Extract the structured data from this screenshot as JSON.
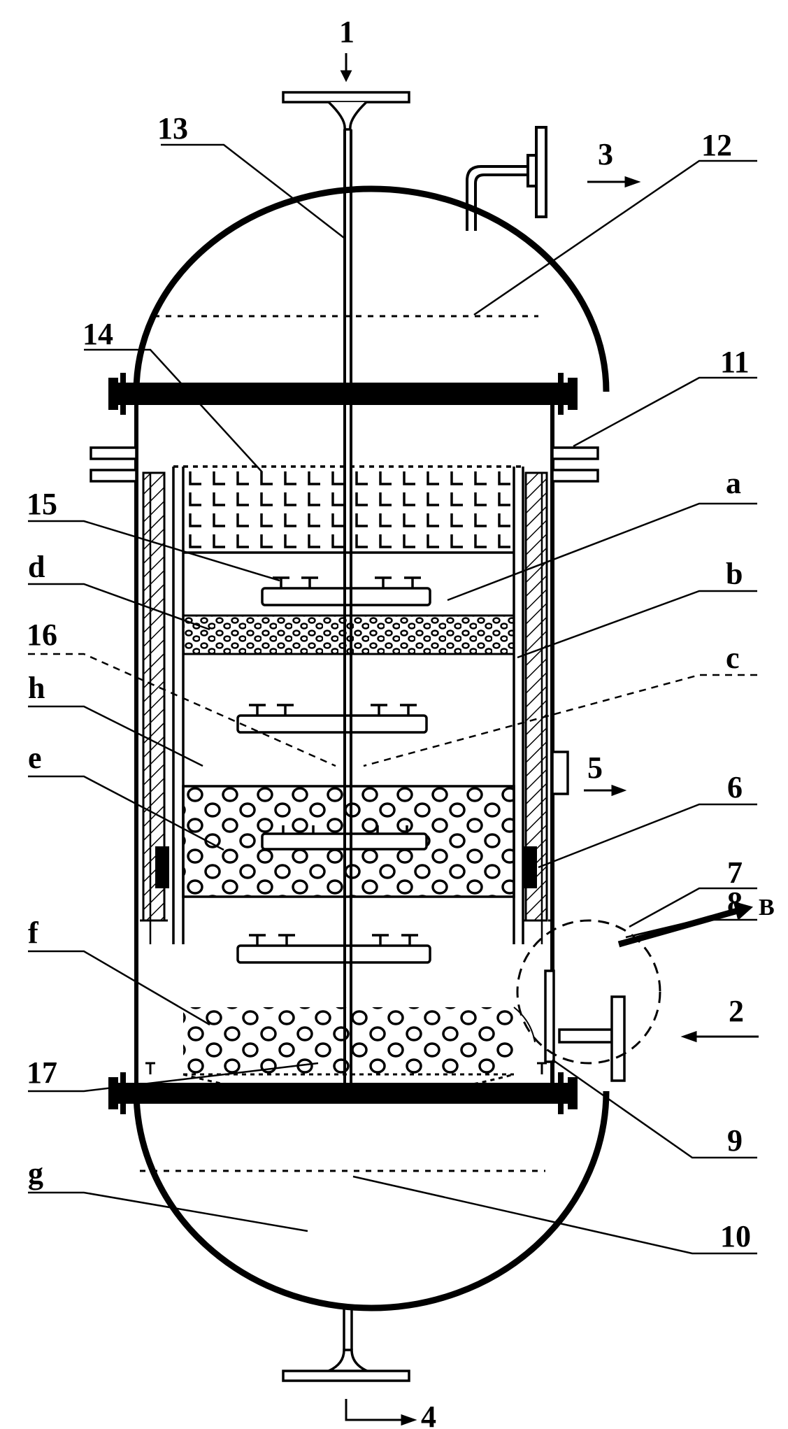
{
  "labels": {
    "l1": "1",
    "l2": "2",
    "l3": "3",
    "l4": "4",
    "l5": "5",
    "l6": "6",
    "l7": "7",
    "l8": "8",
    "l9": "9",
    "l10": "10",
    "l11": "11",
    "l12": "12",
    "l13": "13",
    "l14": "14",
    "l15": "15",
    "l16": "16",
    "l17": "17",
    "la": "a",
    "lb": "b",
    "lc": "c",
    "ld": "d",
    "le": "e",
    "lf": "f",
    "lg": "g",
    "lh": "h",
    "lB": "B"
  }
}
